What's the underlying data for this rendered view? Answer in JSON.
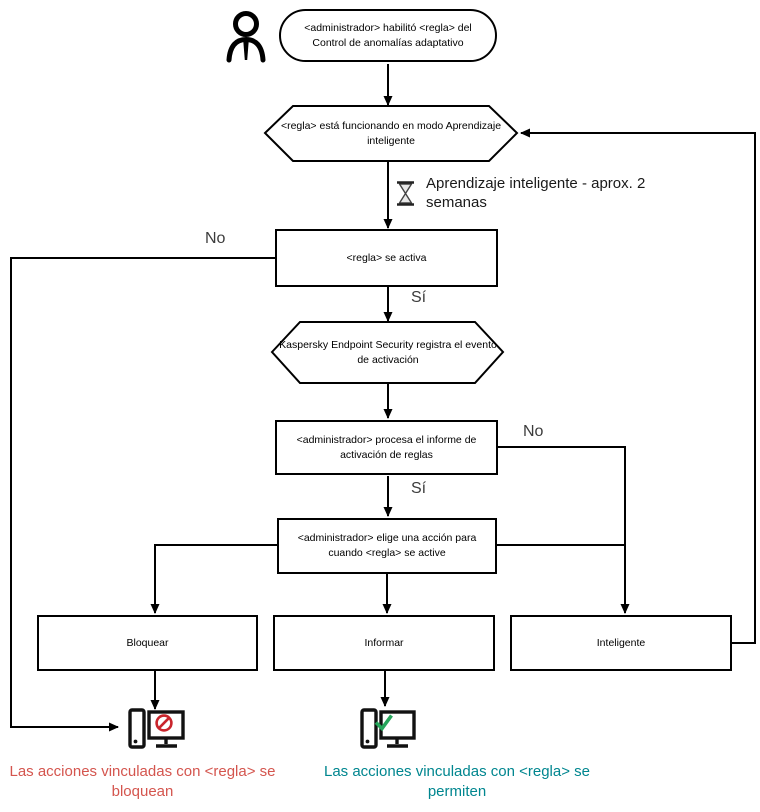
{
  "diagram": {
    "language": "es",
    "nodes": {
      "start": {
        "text": "<administrador> habilitó <regla> del Control de anomalías adaptativo"
      },
      "smart_mode": {
        "text": "<regla> está funcionando en modo Aprendizaje inteligente"
      },
      "rule_triggers": {
        "text": "<regla> se activa"
      },
      "log_event": {
        "text": "Kaspersky Endpoint Security registra el evento de activación"
      },
      "process_report": {
        "text": "<administrador> procesa el informe de activación de reglas"
      },
      "choose_action": {
        "text": "<administrador> elige una acción para cuando <regla> se active"
      },
      "block": {
        "text": "Bloquear"
      },
      "inform": {
        "text": "Informar"
      },
      "smart": {
        "text": "Inteligente"
      }
    },
    "labels": {
      "no_rule": "No",
      "yes_rule": "Sí",
      "no_report": "No",
      "yes_report": "Sí",
      "duration_note": "Aprendizaje inteligente - aprox. 2 semanas"
    },
    "captions": {
      "blocked": "Las acciones vinculadas con <regla> se bloquean",
      "allowed": "Las acciones vinculadas con <regla> se permiten"
    },
    "icons": {
      "administrator": "person-icon",
      "wait": "hourglass-icon",
      "blocked_endpoint": "computer-blocked-icon",
      "allowed_endpoint": "computer-allowed-icon"
    },
    "colors": {
      "line": "#000000",
      "blocked_text": "#d4554e",
      "allowed_text": "#00868f",
      "prohibition_sign": "#c9252c",
      "check_sign": "#26a65b"
    }
  }
}
